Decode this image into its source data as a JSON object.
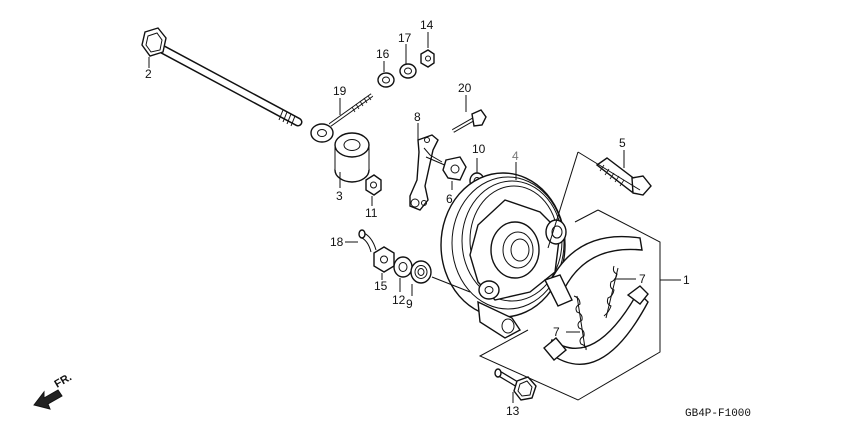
{
  "callouts": [
    {
      "id": "1",
      "text": "1"
    },
    {
      "id": "2",
      "text": "2"
    },
    {
      "id": "3",
      "text": "3"
    },
    {
      "id": "4",
      "text": "4"
    },
    {
      "id": "5",
      "text": "5"
    },
    {
      "id": "6",
      "text": "6"
    },
    {
      "id": "7a",
      "text": "7"
    },
    {
      "id": "7b",
      "text": "7"
    },
    {
      "id": "8",
      "text": "8"
    },
    {
      "id": "9",
      "text": "9"
    },
    {
      "id": "10",
      "text": "10"
    },
    {
      "id": "11",
      "text": "11"
    },
    {
      "id": "12",
      "text": "12"
    },
    {
      "id": "13",
      "text": "13"
    },
    {
      "id": "14",
      "text": "14"
    },
    {
      "id": "15",
      "text": "15"
    },
    {
      "id": "16",
      "text": "16"
    },
    {
      "id": "17",
      "text": "17"
    },
    {
      "id": "18",
      "text": "18"
    },
    {
      "id": "19",
      "text": "19"
    },
    {
      "id": "20",
      "text": "20"
    }
  ],
  "direction_label": "FR.",
  "diagram_code": "GB4P-F1000",
  "icons": {
    "direction": "front-arrow-icon"
  }
}
